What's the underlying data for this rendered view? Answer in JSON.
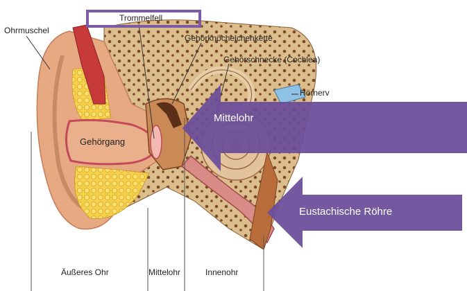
{
  "labels": {
    "ohrmuschel": "Ohrmuschel",
    "trommelfell": "Trommelfell",
    "gehoerknoechelchenkette": "Gehörknöchelchenkette",
    "gehoerschnecke": "Gehörschnecke (Cochlea)",
    "hoernerv": "Hörnerv",
    "gehoergang": "Gehörgang"
  },
  "arrows": {
    "mittelohr": "Mittelohr",
    "eustachische_roehre": "Eustachische Röhre"
  },
  "sections": {
    "aeusseres_ohr": "Äußeres Ohr",
    "mittelohr": "Mittelohr",
    "innenohr": "Innenohr"
  },
  "colors": {
    "arrow_purple": "#6b4e9a",
    "highlight_border": "#7b5aa6",
    "skin": "#e9b48a",
    "bone": "#d9b98a",
    "fat": "#f2cf3e",
    "canal": "#c96b73"
  }
}
